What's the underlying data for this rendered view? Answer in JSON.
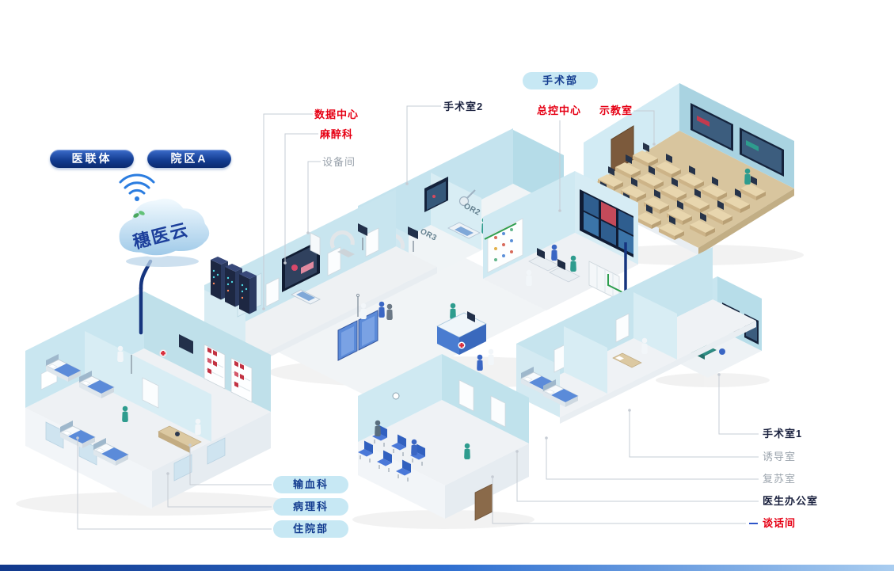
{
  "badges": {
    "surgery_dept": "手术部",
    "medical_consortium": "医联体",
    "campus_a": "院区A"
  },
  "cloud": {
    "label": "穗医云"
  },
  "callouts": {
    "data_center": "数据中心",
    "anesthesiology": "麻醉科",
    "equipment_room": "设备间",
    "operating_room_2": "手术室2",
    "master_control_center": "总控中心",
    "demonstration_room": "示教室",
    "operating_room_1": "手术室1",
    "induction_room": "诱导室",
    "recovery_room": "复苏室",
    "doctor_office": "医生办公室",
    "talk_room": "谈话间"
  },
  "pills": {
    "blood_transfusion": "输血科",
    "pathology": "病理科",
    "inpatient_department": "住院部"
  },
  "room_tags": {
    "or2": "OR2",
    "or3": "OR3"
  },
  "colors": {
    "accent_red": "#e60014",
    "accent_blue": "#16357f",
    "pill_light_bg": "#c7e8f4",
    "pill_dark_bg": "#123b8f",
    "label_gray": "#9aa3ac",
    "label_dark": "#1c2340",
    "wall_blue": "#c6e4ee",
    "connector_gray": "#c6ccd4",
    "green_line": "#2f9e4f"
  }
}
